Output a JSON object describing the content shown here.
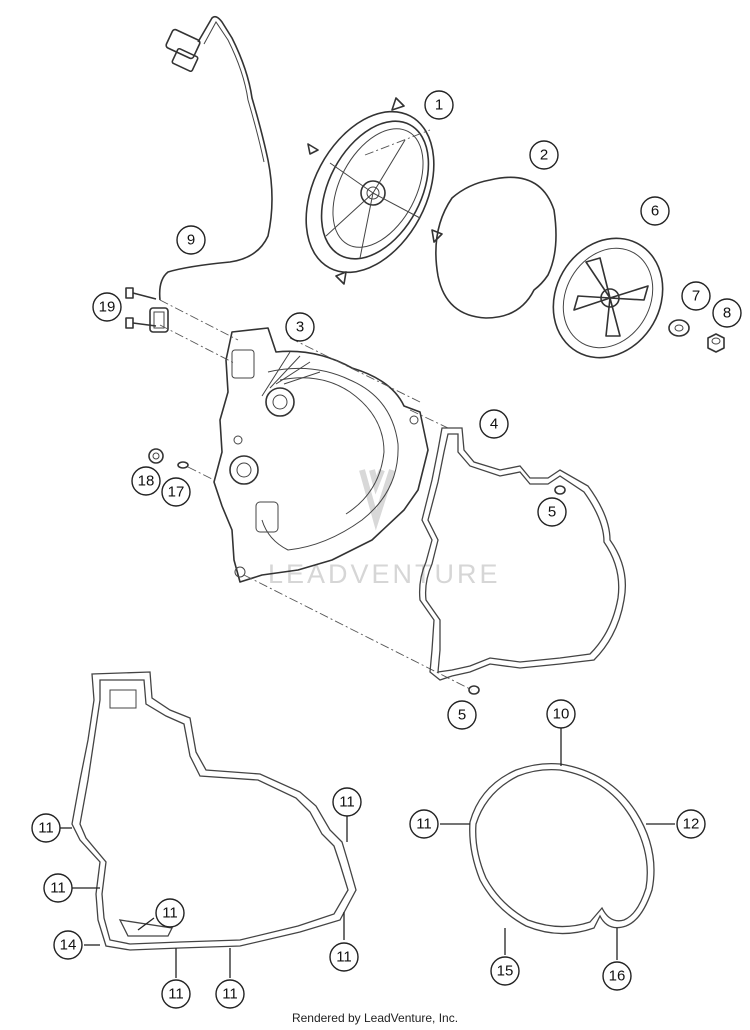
{
  "watermark": "LEADVENTURE",
  "footer": "Rendered by LeadVenture, Inc.",
  "callouts": [
    "1",
    "2",
    "3",
    "4",
    "5",
    "5",
    "6",
    "7",
    "8",
    "9",
    "10",
    "11",
    "11",
    "11",
    "11",
    "11",
    "11",
    "11",
    "11",
    "12",
    "14",
    "15",
    "16",
    "17",
    "18",
    "19"
  ]
}
